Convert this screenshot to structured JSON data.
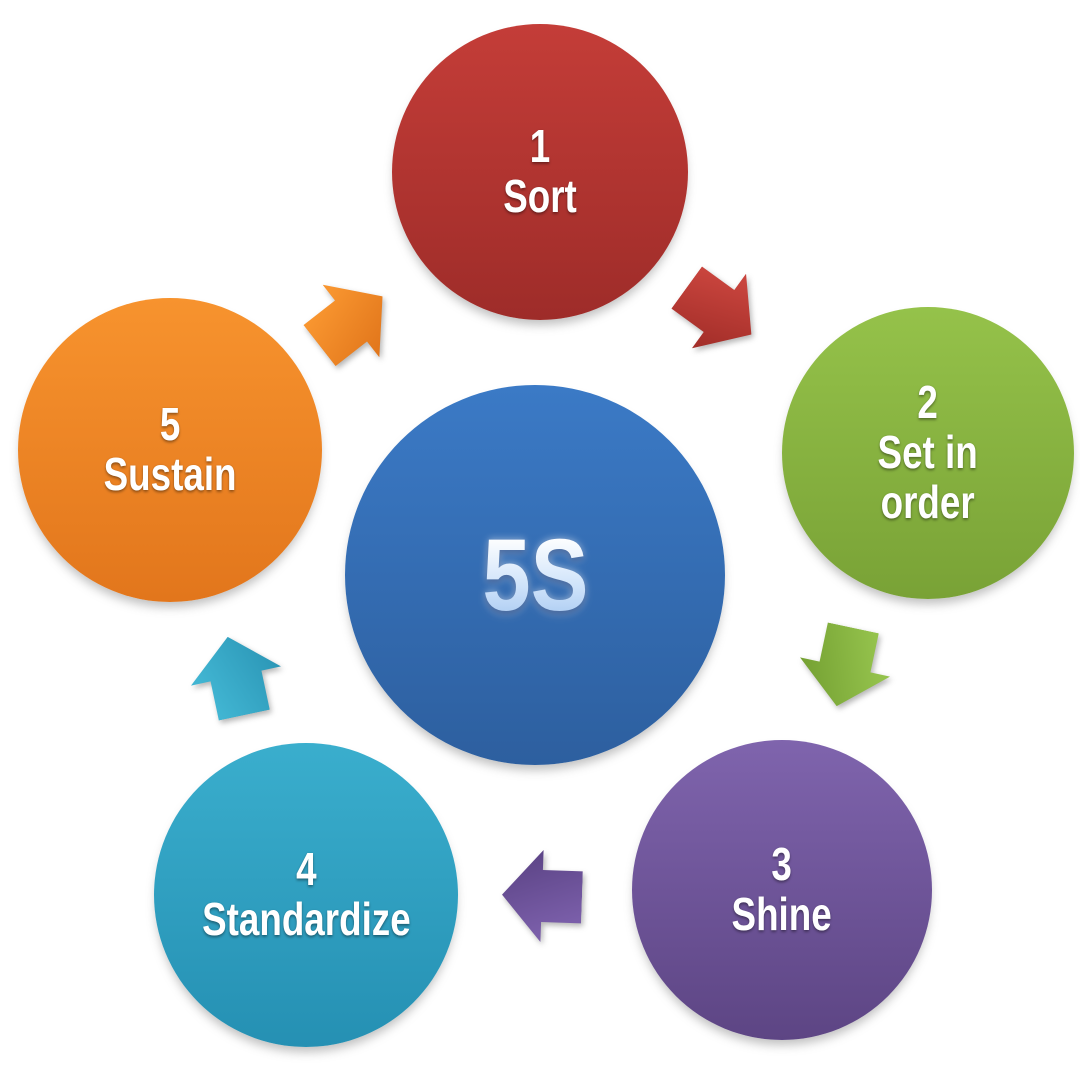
{
  "diagram": {
    "background": "#ffffff",
    "center": {
      "label": "5S",
      "gradient_top": "#3b7ac6",
      "gradient_bottom": "#2d5f9f",
      "text_color": "#e9f3fd"
    },
    "steps": [
      {
        "number": "1",
        "label": "Sort",
        "gradient_top": "#c43d38",
        "gradient_bottom": "#9e2c29"
      },
      {
        "number": "2",
        "label": "Set in\norder",
        "gradient_top": "#95c24a",
        "gradient_bottom": "#79a236"
      },
      {
        "number": "3",
        "label": "Shine",
        "gradient_top": "#7f64ad",
        "gradient_bottom": "#5d4584"
      },
      {
        "number": "4",
        "label": "Standardize",
        "gradient_top": "#3aaecd",
        "gradient_bottom": "#2590b3"
      },
      {
        "number": "5",
        "label": "Sustain",
        "gradient_top": "#f7932e",
        "gradient_bottom": "#e2761c"
      }
    ],
    "arrows": [
      {
        "name": "sort-to-set-in-order",
        "direction": "down-right",
        "color_light": "#c8443d",
        "color_dark": "#a02c27"
      },
      {
        "name": "set-in-order-to-shine",
        "direction": "down-left",
        "color_light": "#94c24c",
        "color_dark": "#74a032"
      },
      {
        "name": "shine-to-standardize",
        "direction": "left",
        "color_light": "#7a5ea9",
        "color_dark": "#5c4486"
      },
      {
        "name": "standardize-to-sustain",
        "direction": "up",
        "color_light": "#41b5d2",
        "color_dark": "#2b96b6"
      },
      {
        "name": "sustain-to-sort",
        "direction": "up-right",
        "color_light": "#f8952f",
        "color_dark": "#e0741a"
      }
    ]
  }
}
